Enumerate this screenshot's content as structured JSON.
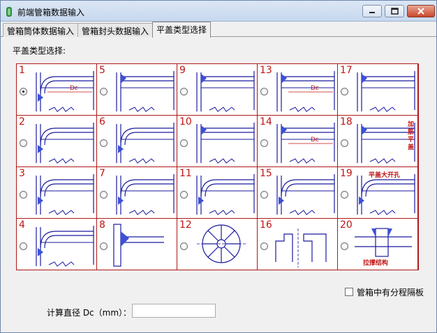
{
  "window": {
    "title": "前端管箱数据输入",
    "minimize_icon": "minimize-icon",
    "maximize_icon": "maximize-icon",
    "close_icon": "close-icon"
  },
  "tabs": [
    {
      "label": "管箱筒体数据输入",
      "active": false
    },
    {
      "label": "管箱封头数据输入",
      "active": false
    },
    {
      "label": "平盖类型选择",
      "active": true
    }
  ],
  "section_label": "平盖类型选择:",
  "grid": {
    "selected": 1,
    "items": [
      {
        "num": "1",
        "label": "Dc"
      },
      {
        "num": "5",
        "label": ""
      },
      {
        "num": "9",
        "label": ""
      },
      {
        "num": "13",
        "label": "Dc"
      },
      {
        "num": "17",
        "label": ""
      },
      {
        "num": "2",
        "label": ""
      },
      {
        "num": "6",
        "label": ""
      },
      {
        "num": "10",
        "label": ""
      },
      {
        "num": "14",
        "label": "Dc"
      },
      {
        "num": "18",
        "label": "加筋平盖"
      },
      {
        "num": "3",
        "label": ""
      },
      {
        "num": "7",
        "label": ""
      },
      {
        "num": "11",
        "label": ""
      },
      {
        "num": "15",
        "label": ""
      },
      {
        "num": "19",
        "label": "平盖大开孔"
      },
      {
        "num": "4",
        "label": ""
      },
      {
        "num": "8",
        "label": ""
      },
      {
        "num": "12",
        "label": ""
      },
      {
        "num": "16",
        "label": ""
      },
      {
        "num": "20",
        "label": "拉撑结构"
      }
    ]
  },
  "partition_checkbox": {
    "label": "管箱中有分程隔板",
    "checked": false
  },
  "diameter": {
    "label": "计算直径 Dc（mm）：",
    "value": ""
  },
  "colors": {
    "grid_border": "#b01818",
    "number": "#c01616",
    "drawing": "#1a1aa0",
    "weld": "#3b50d8"
  }
}
